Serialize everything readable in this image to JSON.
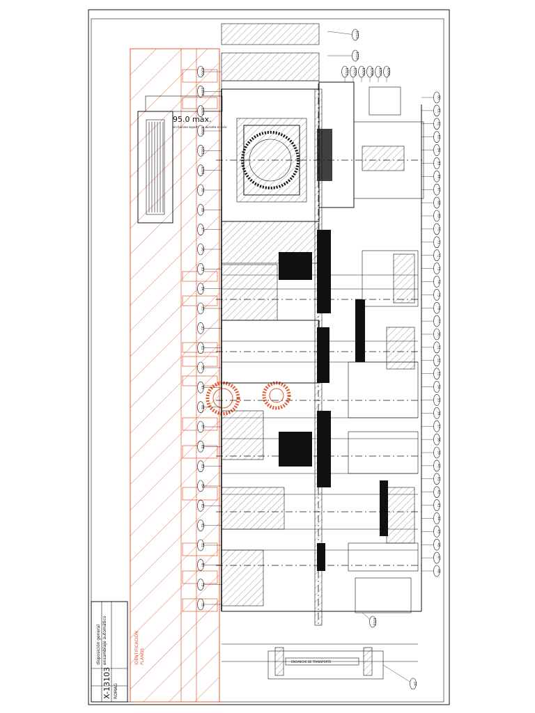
{
  "drawing": {
    "drawing_number": "X-13103",
    "company": "ROMAG",
    "title_line_1": "ensamblaje automático",
    "title_line_2": "disposición general",
    "max_dimension": "95.0 max.",
    "max_dimension_note": "sin fuerzas soportadas durante el ciclo",
    "transport_label": "ENGANCHE DE TRANSPORTE"
  },
  "left_callouts": [
    "1005",
    "1004",
    "1003",
    "1002",
    "1001",
    "1000",
    "99",
    "98",
    "97",
    "96",
    "95",
    "94",
    "93",
    "92",
    "91",
    "90",
    "89",
    "88",
    "87",
    "86",
    "85",
    "84",
    "83",
    "82",
    "81",
    "80",
    "79",
    "78"
  ],
  "right_callouts": [
    "60",
    "61",
    "62",
    "63",
    "64",
    "65",
    "66",
    "67",
    "68",
    "69",
    "70",
    "71",
    "72",
    "73",
    "74",
    "75",
    "76",
    "77",
    "50",
    "51",
    "52",
    "53",
    "54",
    "55",
    "56",
    "57",
    "58",
    "59",
    "40",
    "41",
    "42",
    "43",
    "44",
    "45",
    "46",
    "47",
    "48"
  ],
  "top_callouts": [
    "1011",
    "1010",
    "1009",
    "1008",
    "1007",
    "1006"
  ],
  "bottom_callouts": [
    "1012",
    "24"
  ]
}
